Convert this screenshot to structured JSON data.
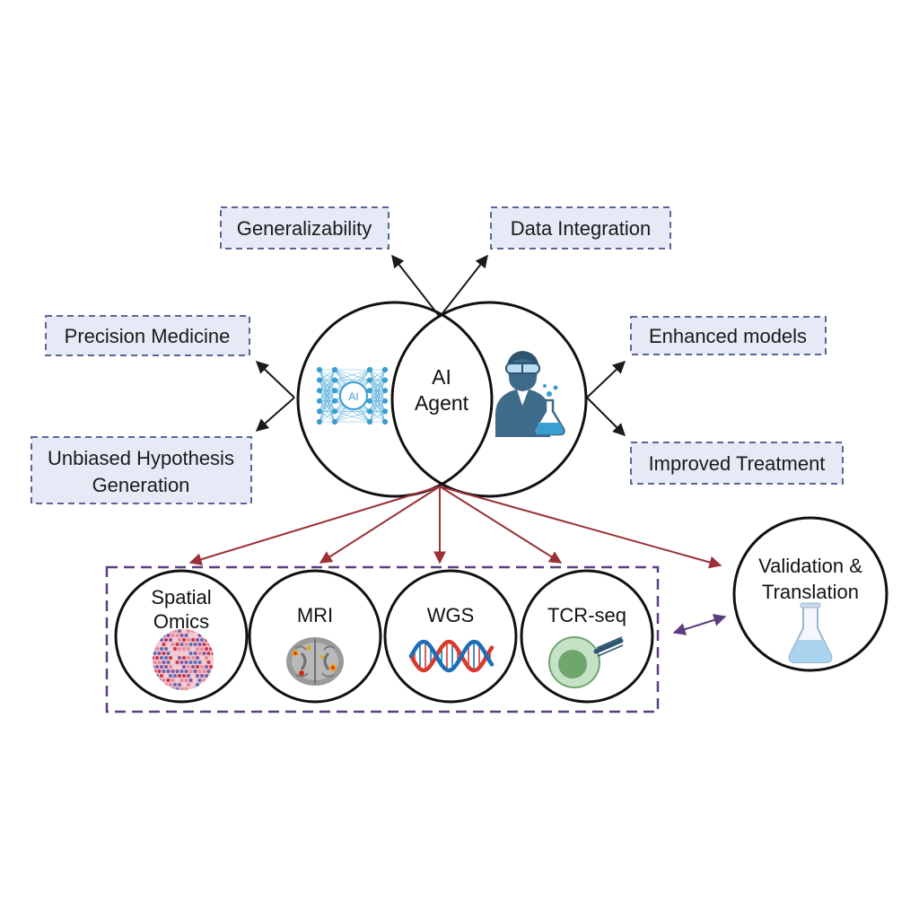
{
  "center": {
    "label_line1": "AI",
    "label_line2": "Agent"
  },
  "benefits": {
    "generalizability": "Generalizability",
    "data_integration": "Data Integration",
    "precision_medicine": "Precision Medicine",
    "unbiased_line1": "Unbiased Hypothesis",
    "unbiased_line2": "Generation",
    "enhanced_models": "Enhanced models",
    "improved_treatment": "Improved Treatment"
  },
  "modalities": {
    "spatial_line1": "Spatial",
    "spatial_line2": "Omics",
    "mri": "MRI",
    "wgs": "WGS",
    "tcr": "TCR-seq"
  },
  "validation": {
    "line1": "Validation &",
    "line2": "Translation"
  },
  "neural_icon_label": "AI",
  "colors": {
    "benefit_fill": "#e6eaf6",
    "benefit_border": "#5d6598",
    "modality_border": "#5b3f7e",
    "red_arrow": "#9c3038",
    "purple_arrow": "#5b3f7e",
    "network_blue": "#3a9ed1",
    "scientist_blue": "#3f6b8a",
    "dna_red": "#d83a2e",
    "dna_blue": "#1b6fb8",
    "cell_green": "#6ea66e"
  },
  "icons": [
    "neural-network-icon",
    "scientist-icon",
    "spatial-omics-icon",
    "brain-mri-icon",
    "dna-helix-icon",
    "t-cell-icon",
    "flask-icon"
  ]
}
